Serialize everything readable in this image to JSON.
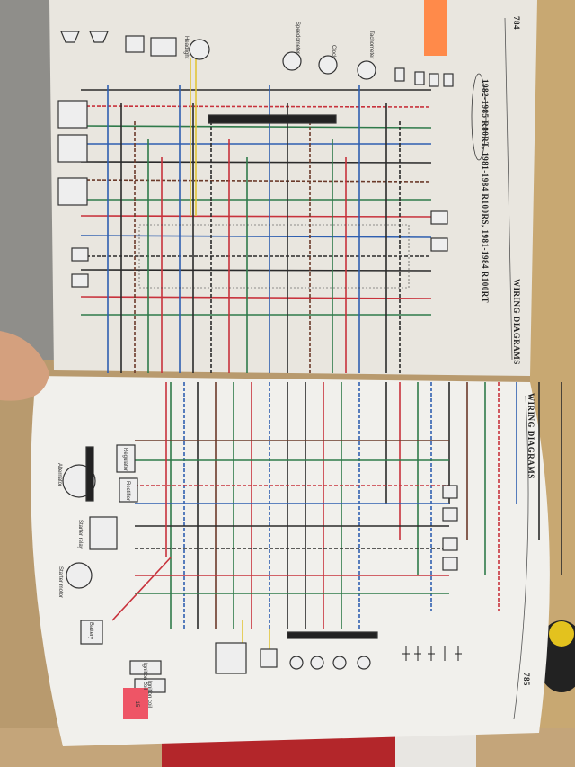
{
  "top_page": {
    "page_number": "784",
    "running_header": "WIRING DIAGRAMS",
    "model_title": "1982-1985 R80RT, 1981-1984 R100RS, 1981-1984 R100RT",
    "labels": [
      "Headlight",
      "Speedometer",
      "Clock",
      "Tachometer"
    ]
  },
  "bottom_page": {
    "page_number": "785",
    "running_header": "WIRING DIAGRAMS",
    "labels": [
      "Alternator",
      "Regulator",
      "Rectifier",
      "Starter relay",
      "Starter motor",
      "Battery",
      "Ignition coil",
      "Ignition coil"
    ],
    "tab_label": "15"
  },
  "wire_colors": {
    "red": "#c8323c",
    "blue": "#2f5fb0",
    "green": "#2f7a4a",
    "black": "#2a2a2a",
    "yellow": "#e2c53a",
    "brown": "#6b3a2a"
  },
  "sticky_note_color": "#ff8a4a"
}
